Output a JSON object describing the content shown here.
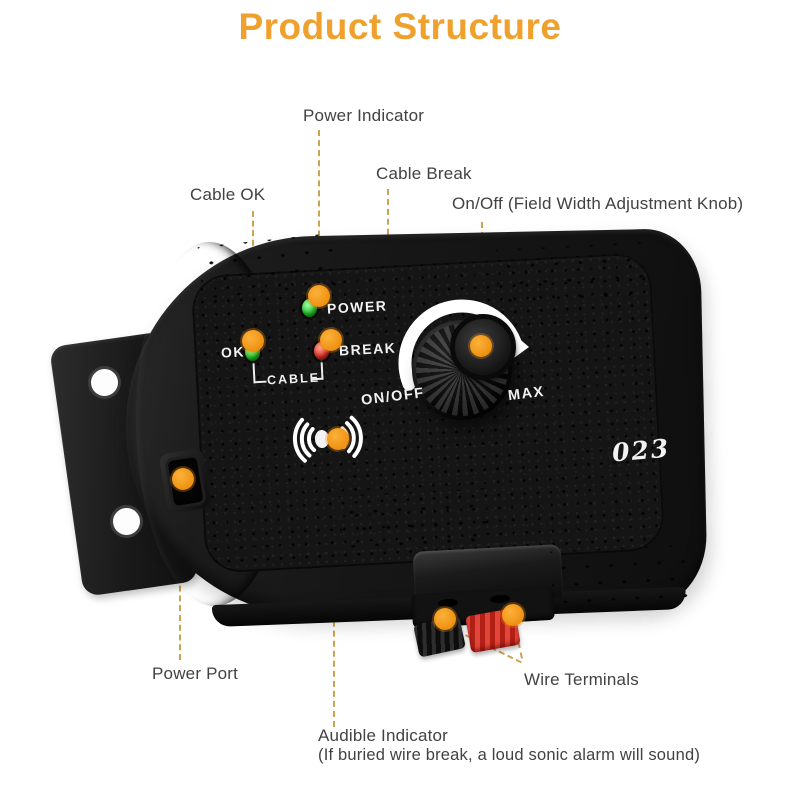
{
  "title": "Product Structure",
  "callouts": {
    "power_indicator": "Power Indicator",
    "cable_break": "Cable Break",
    "cable_ok": "Cable OK",
    "knob": "On/Off (Field Width Adjustment Knob)",
    "power_port": "Power Port",
    "wire_terminals": "Wire Terminals",
    "audible_line1": "Audible Indicator",
    "audible_line2": "(If buried wire break, a loud sonic alarm will sound)"
  },
  "device": {
    "panel": {
      "power": "POWER",
      "ok": "OK",
      "break": "BREAK",
      "cable": "CABLE",
      "on_off": "ON/OFF",
      "max": "MAX",
      "model": "023"
    },
    "led_colors": {
      "power": "#1EC41E",
      "ok": "#1EC41E",
      "break": "#E02A1C"
    }
  },
  "colors": {
    "title": "#F0A12D",
    "leader_line": "#CBA452",
    "callout_marker": "#EE8E0D",
    "label_text": "#424242",
    "red_terminal": "#C62318"
  }
}
